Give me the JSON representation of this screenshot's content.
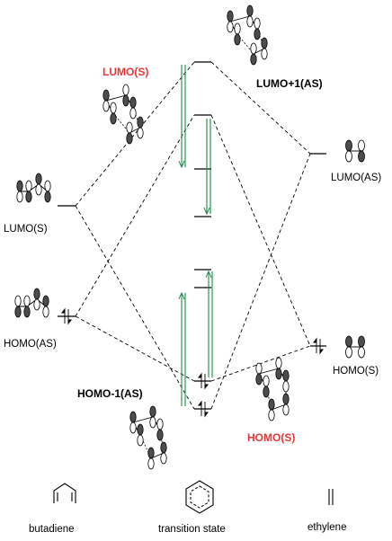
{
  "labels": {
    "lumo_s_ts": "LUMO(S)",
    "lumo1_as": "LUMO+1(AS)",
    "lumo_as_right": "LUMO(AS)",
    "lumo_s_left": "LUMO(S)",
    "homo_as_left": "HOMO(AS)",
    "homo_s_right": "HOMO(S)",
    "homo_minus1_as": "HOMO-1(AS)",
    "homo_s_ts": "HOMO(S)"
  },
  "molecules": {
    "butadiene": "butadiene",
    "transition_state": "transition state",
    "ethylene": "ethylene"
  },
  "colors": {
    "highlight": "#e53935",
    "arrow": "#1f8a4c",
    "orbital": "#4d4d4d"
  }
}
